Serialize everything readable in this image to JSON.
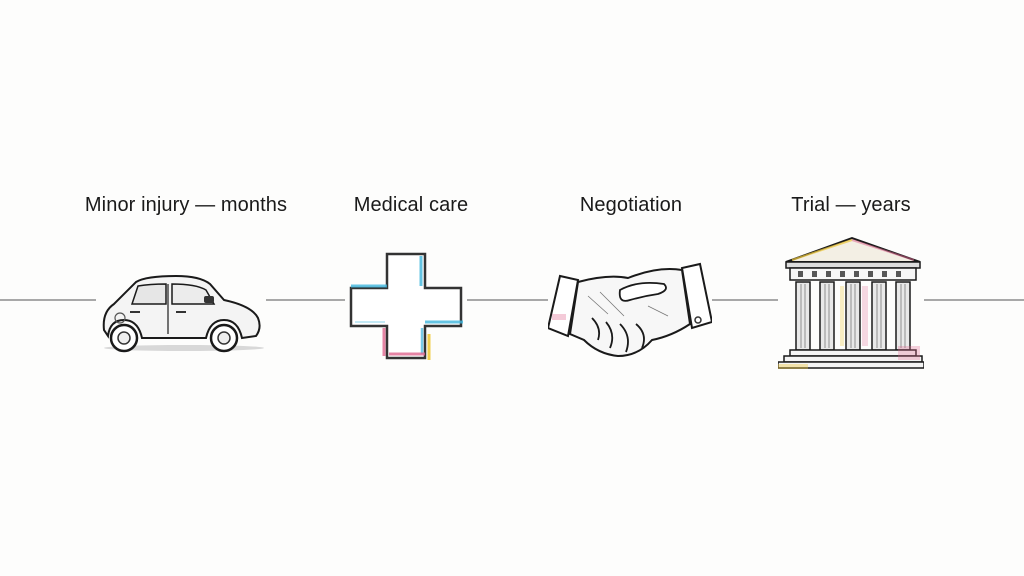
{
  "diagram": {
    "type": "timeline",
    "line_color": "#a8a8a8",
    "stages": [
      {
        "label": "Minor injury — months",
        "icon": "car-icon"
      },
      {
        "label": "Medical care",
        "icon": "medical-cross-icon"
      },
      {
        "label": "Negotiation",
        "icon": "handshake-icon"
      },
      {
        "label": "Trial — years",
        "icon": "courthouse-icon"
      }
    ],
    "accent_colors": [
      "#3fb6dd",
      "#e0668f",
      "#f0c93c"
    ]
  }
}
